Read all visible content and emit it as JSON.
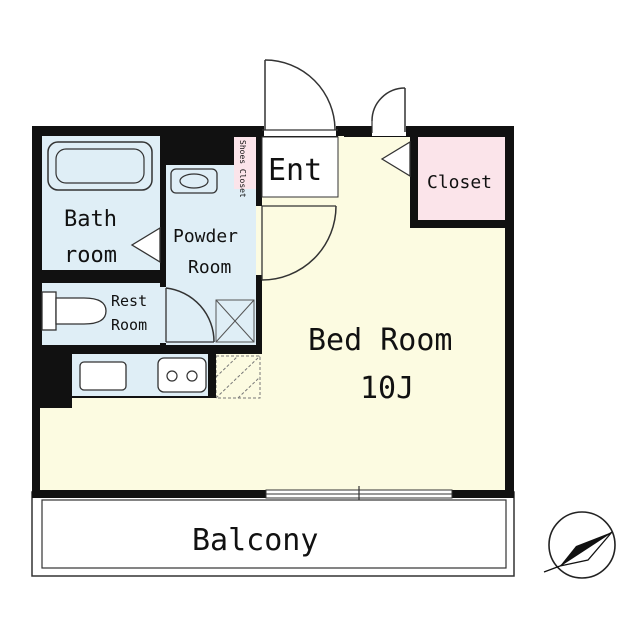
{
  "rooms": {
    "bath_line1": "Bath",
    "bath_line2": "room",
    "powder_line1": "Powder",
    "powder_line2": "Room",
    "rest_line1": "Rest",
    "rest_line2": "Room",
    "shoes_closet": "Shoes Closet",
    "entrance": "Ent",
    "closet": "Closet",
    "bedroom": "Bed Room",
    "bedroom_size": "10J",
    "balcony": "Balcony"
  },
  "colors": {
    "bedroom_fill": "#fcfbe1",
    "wet_area_fill": "#dfeef6",
    "closet_fill": "#fbe4ea",
    "walls": "#111111"
  }
}
